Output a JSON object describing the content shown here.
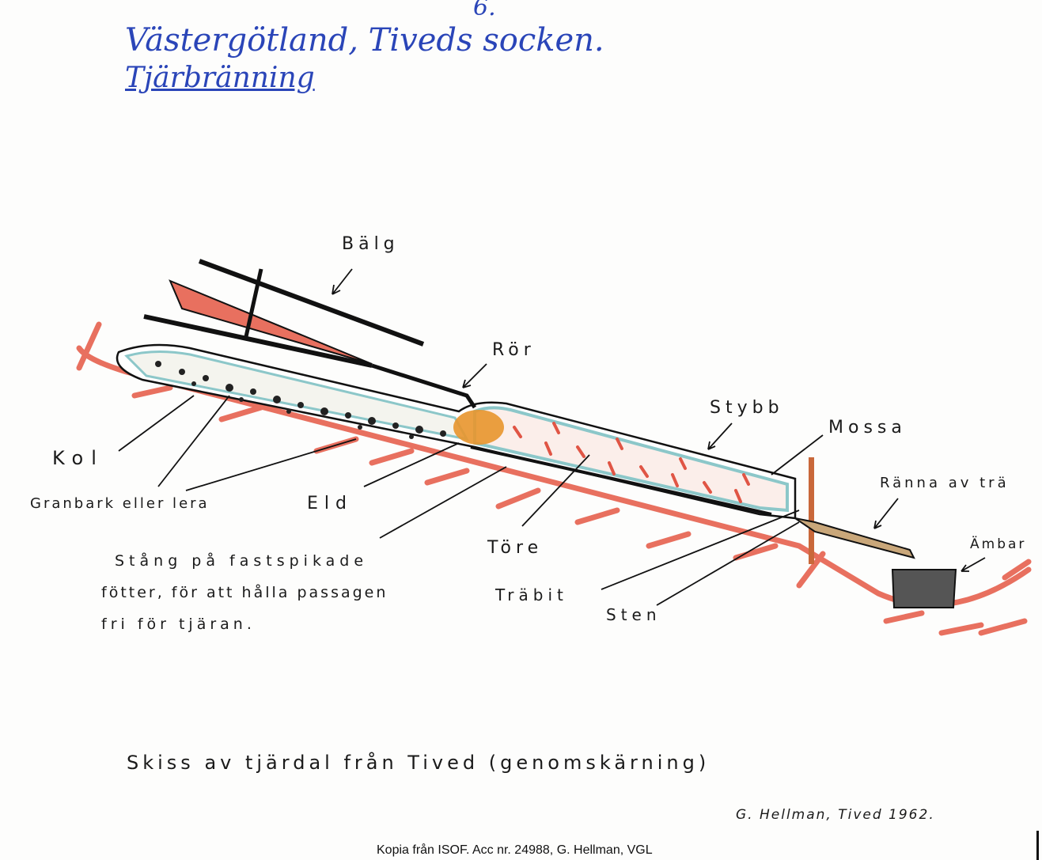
{
  "header": {
    "page_number": "6.",
    "location": "Västergötland, Tiveds socken.",
    "subject": "Tjärbränning"
  },
  "labels": {
    "balg": "Bälg",
    "ror": "Rör",
    "stybb": "Stybb",
    "mossa": "Mossa",
    "ranna": "Ränna av trä",
    "ambar": "Ämbar",
    "kol": "Kol",
    "granbark": "Granbark eller lera",
    "eld": "Eld",
    "tore": "Töre",
    "trabit": "Träbit",
    "sten": "Sten"
  },
  "note": {
    "line1": "Stång på fastspikade",
    "line2": "fötter, för att hålla passagen",
    "line3": "fri för tjäran."
  },
  "caption": "Skiss av tjärdal från Tived (genomskärning)",
  "signature": "G. Hellman, Tived 1962.",
  "footer": "Kopia från ISOF. Acc nr. 24988, G. Hellman, VGL",
  "colors": {
    "ink_blue": "#2a45b8",
    "ground_red": "#e8705f",
    "moss_blue": "#8cc7c9",
    "fire_orange": "#e8952c"
  }
}
